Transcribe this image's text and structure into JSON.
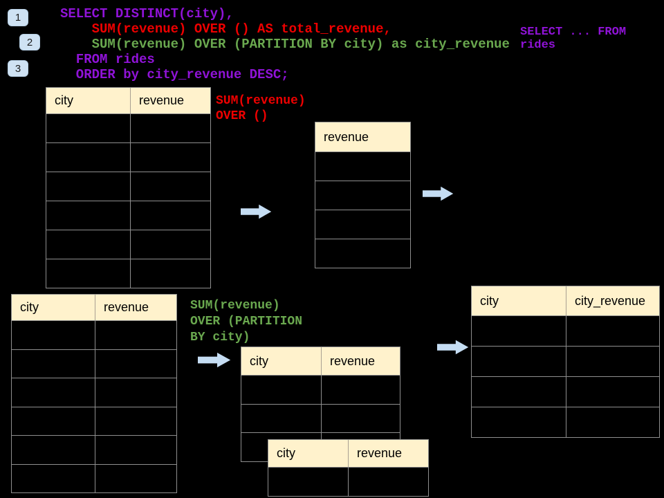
{
  "step_badges": [
    {
      "label": "1"
    },
    {
      "label": "2"
    },
    {
      "label": "3"
    }
  ],
  "sql_main": {
    "lines": [
      {
        "text": "SELECT DISTINCT(city),",
        "color": "purple"
      },
      {
        "text": "    SUM(revenue) OVER () AS total_revenue,",
        "color": "red"
      },
      {
        "text": "    SUM(revenue) OVER (PARTITION BY city) as city_revenue",
        "color": "green"
      },
      {
        "text": "  FROM rides",
        "color": "purple"
      },
      {
        "text": "  ORDER by city_revenue DESC;",
        "color": "purple"
      }
    ]
  },
  "sql_side_note": {
    "lines": [
      {
        "text": "SELECT ... FROM",
        "color": "purple"
      },
      {
        "text": "rides",
        "color": "purple"
      }
    ]
  },
  "labels": {
    "total_window": {
      "lines": [
        {
          "text": "SUM(revenue)",
          "color": "red"
        },
        {
          "text": "OVER ()",
          "color": "red"
        }
      ]
    },
    "partition_window": {
      "lines": [
        {
          "text": "SUM(revenue)",
          "color": "green"
        },
        {
          "text": "OVER (PARTITION",
          "color": "green"
        },
        {
          "text": "BY city)",
          "color": "green"
        }
      ]
    }
  },
  "tables": {
    "rides_top": {
      "headers": [
        "city",
        "revenue"
      ],
      "empty_rows": 6
    },
    "total_revenue_result": {
      "headers": [
        "revenue"
      ],
      "empty_rows": 4
    },
    "rides_bottom": {
      "headers": [
        "city",
        "revenue"
      ],
      "empty_rows": 6
    },
    "partition_result_back": {
      "headers": [
        "city",
        "revenue"
      ],
      "empty_rows": 3
    },
    "partition_result_front": {
      "headers": [
        "city",
        "revenue"
      ],
      "empty_rows": 1
    },
    "city_revenue_result": {
      "headers": [
        "city",
        "city_revenue"
      ],
      "empty_rows": 4
    }
  },
  "colors": {
    "purple": "#9013d8",
    "red": "#ee0000",
    "green": "#6aa84f",
    "header_bg": "#fff2cc",
    "arrow_fill": "#c5ddf3",
    "badge_bg": "#cfe2f3",
    "table_border": "#8f8f8f"
  }
}
